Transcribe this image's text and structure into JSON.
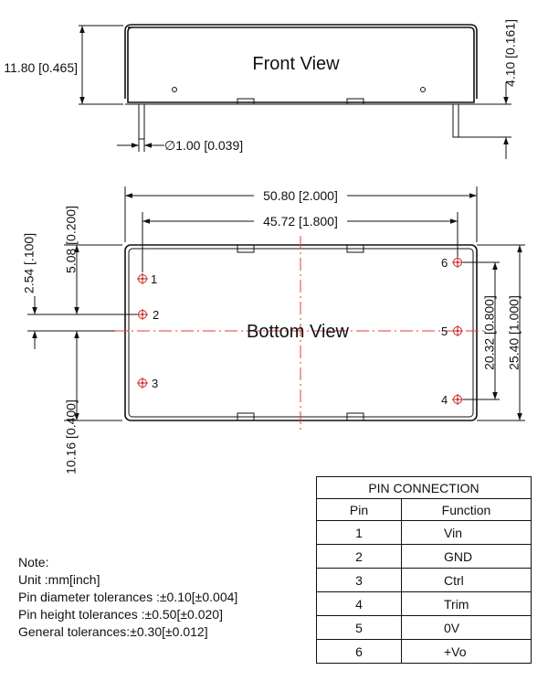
{
  "front_view": {
    "title": "Front View",
    "height_dim": "11.80 [0.465]",
    "pin_height_dim": "4.10 [0.161]",
    "pin_diameter_dim": "∅1.00 [0.039]"
  },
  "bottom_view": {
    "title": "Bottom View",
    "length_dim": "50.80 [2.000]",
    "pin_span_dim": "45.72 [1.800]",
    "width_dim": "25.40 [1.000]",
    "pin_span_right_dim": "20.32 [0.800]",
    "left_top_dim": "5.08 [0.200]",
    "left_pitch_dim": "2.54 [.100]",
    "left_bottom_dim": "10.16 [0.400]",
    "pin_labels": [
      "1",
      "2",
      "3",
      "4",
      "5",
      "6"
    ]
  },
  "notes": {
    "heading": "Note:",
    "lines": [
      "Unit :mm[inch]",
      "Pin diameter tolerances :±0.10[±0.004]",
      "Pin height tolerances :±0.50[±0.020]",
      "General tolerances:±0.30[±0.012]"
    ]
  },
  "pin_table": {
    "caption": "PIN CONNECTION",
    "headers": [
      "Pin",
      "Function"
    ],
    "rows": [
      [
        "1",
        "Vin"
      ],
      [
        "2",
        "GND"
      ],
      [
        "3",
        "Ctrl"
      ],
      [
        "4",
        "Trim"
      ],
      [
        "5",
        "0V"
      ],
      [
        "6",
        "+Vo"
      ]
    ]
  },
  "colors": {
    "centerline": "#e53935",
    "pin_marker": "#c62828",
    "line": "#111111"
  }
}
